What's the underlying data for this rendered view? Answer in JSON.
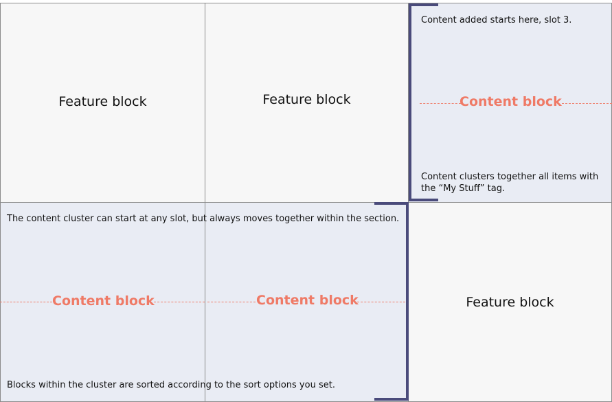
{
  "blocks": {
    "feature_label": "Feature block",
    "content_label": "Content block"
  },
  "notes": {
    "start_slot": "Content added starts here, slot 3.",
    "tag_line1": "Content clusters together all items with",
    "tag_line2": "the “My Stuff” tag.",
    "cluster_start": "The content cluster can start at any slot, but always moves together within the section.",
    "sort": "Blocks within the cluster are sorted according to the sort options you set."
  },
  "colors": {
    "feature_bg": "#f7f7f7",
    "content_bg": "#e9ecf4",
    "content_text": "#ef7a66",
    "bracket": "#4a4b7b",
    "border": "#8a8a8a"
  }
}
